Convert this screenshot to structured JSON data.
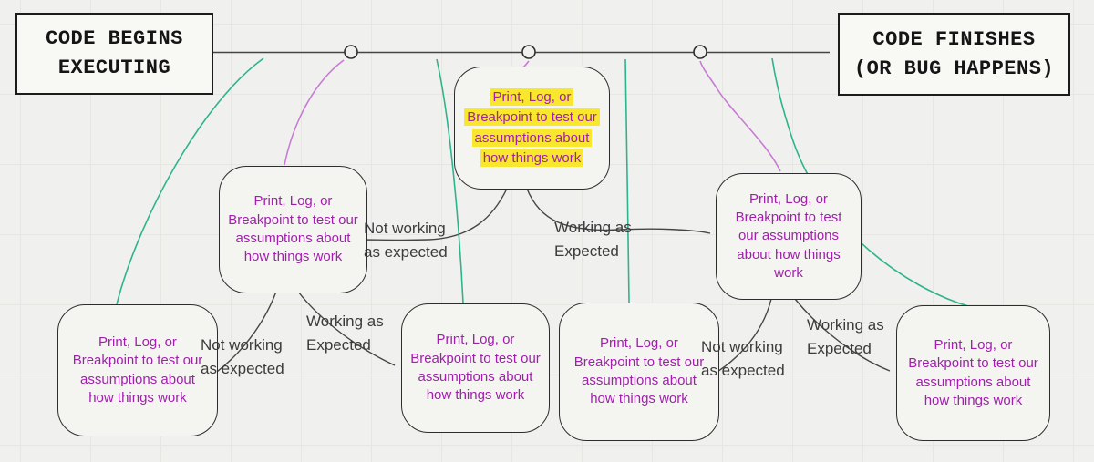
{
  "diagram_title": "debugging-timeline-flowchart",
  "timeline": {
    "start_box": {
      "line1": "CODE BEGINS",
      "line2": "EXECUTING"
    },
    "end_box": {
      "line1": "CODE FINISHES",
      "line2": "(OR BUG HAPPENS)"
    },
    "checkpoint_circles": 3
  },
  "nodes": {
    "label": "Print, Log, or Breakpoint to test our assumptions about how things work",
    "highlighted_node": "node-center-top"
  },
  "edge_labels": {
    "not_working": "Not working as expected",
    "working": "Working as Expected"
  },
  "colors": {
    "canvas-bg": "#f0f0ee",
    "grid-line": "#e7e7e2",
    "node-text": "#a21fae",
    "highlight": "#f8e72c",
    "arrow-green": "#2eb48c",
    "arrow-pink-line": "#c77bd4",
    "arrow-pink-head": "#e8247e",
    "connector": "#454545"
  }
}
